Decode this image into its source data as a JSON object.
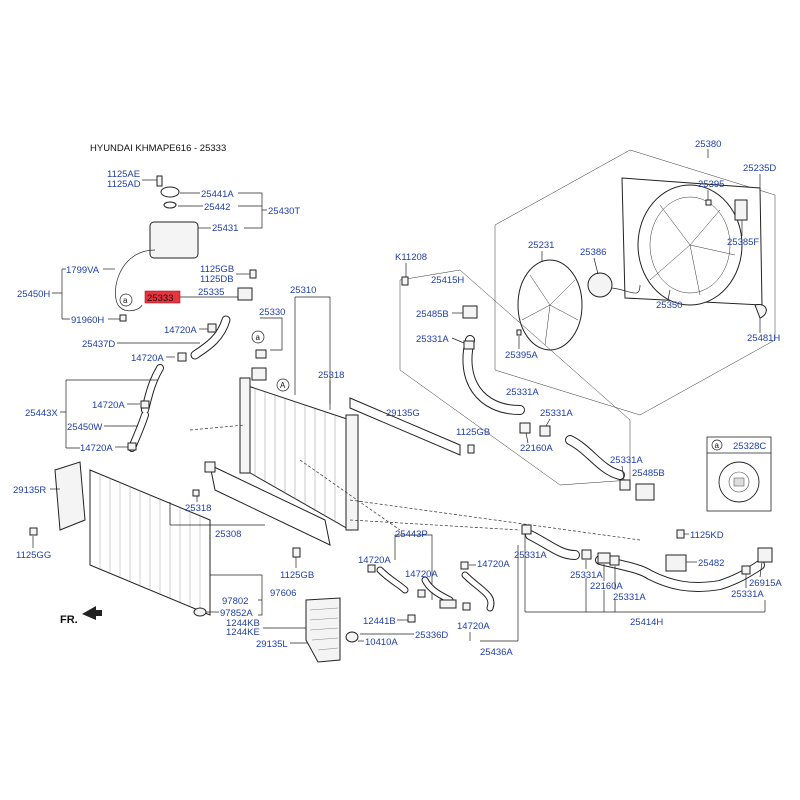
{
  "title": "HYUNDAI KHMAPE616 - 25333",
  "highlight_label": "25333",
  "legend": {
    "key": "a",
    "code": "25328C"
  },
  "callout_letter": "A",
  "direction": "FR.",
  "labels": [
    {
      "id": "25380",
      "text": "25380"
    },
    {
      "id": "25235D",
      "text": "25235D"
    },
    {
      "id": "25395",
      "text": "25395"
    },
    {
      "id": "25385F",
      "text": "25385F"
    },
    {
      "id": "25231",
      "text": "25231"
    },
    {
      "id": "25386",
      "text": "25386"
    },
    {
      "id": "25350",
      "text": "25350"
    },
    {
      "id": "25481H",
      "text": "25481H"
    },
    {
      "id": "25395A",
      "text": "25395A"
    },
    {
      "id": "K11208",
      "text": "K11208"
    },
    {
      "id": "25415H",
      "text": "25415H"
    },
    {
      "id": "25485B_1",
      "text": "25485B"
    },
    {
      "id": "25331A_1",
      "text": "25331A"
    },
    {
      "id": "25331A_2",
      "text": "25331A"
    },
    {
      "id": "25331A_3",
      "text": "25331A"
    },
    {
      "id": "22160A_1",
      "text": "22160A"
    },
    {
      "id": "25331A_4",
      "text": "25331A"
    },
    {
      "id": "25485B_2",
      "text": "25485B"
    },
    {
      "id": "1125AE",
      "text": "1125AE"
    },
    {
      "id": "1125AD",
      "text": "1125AD"
    },
    {
      "id": "25441A",
      "text": "25441A"
    },
    {
      "id": "25442",
      "text": "25442"
    },
    {
      "id": "25430T",
      "text": "25430T"
    },
    {
      "id": "25431",
      "text": "25431"
    },
    {
      "id": "1799VA",
      "text": "1799VA"
    },
    {
      "id": "25450H",
      "text": "25450H"
    },
    {
      "id": "91960H",
      "text": "91960H"
    },
    {
      "id": "1125GB_1",
      "text": "1125GB"
    },
    {
      "id": "1125DB",
      "text": "1125DB"
    },
    {
      "id": "25335",
      "text": "25335"
    },
    {
      "id": "25310",
      "text": "25310"
    },
    {
      "id": "25330",
      "text": "25330"
    },
    {
      "id": "14720A_1",
      "text": "14720A"
    },
    {
      "id": "25437D",
      "text": "25437D"
    },
    {
      "id": "14720A_2",
      "text": "14720A"
    },
    {
      "id": "25318_1",
      "text": "25318"
    },
    {
      "id": "25443X",
      "text": "25443X"
    },
    {
      "id": "14720A_3",
      "text": "14720A"
    },
    {
      "id": "25450W",
      "text": "25450W"
    },
    {
      "id": "14720A_4",
      "text": "14720A"
    },
    {
      "id": "29135G",
      "text": "29135G"
    },
    {
      "id": "1125GB_2",
      "text": "1125GB"
    },
    {
      "id": "29135R",
      "text": "29135R"
    },
    {
      "id": "1125GG",
      "text": "1125GG"
    },
    {
      "id": "25318_2",
      "text": "25318"
    },
    {
      "id": "25308",
      "text": "25308"
    },
    {
      "id": "1125GB_3",
      "text": "1125GB"
    },
    {
      "id": "97802",
      "text": "97802"
    },
    {
      "id": "97606",
      "text": "97606"
    },
    {
      "id": "97852A",
      "text": "97852A"
    },
    {
      "id": "1244KB",
      "text": "1244KB"
    },
    {
      "id": "1244KE",
      "text": "1244KE"
    },
    {
      "id": "29135L",
      "text": "29135L"
    },
    {
      "id": "25443P",
      "text": "25443P"
    },
    {
      "id": "14720A_5",
      "text": "14720A"
    },
    {
      "id": "14720A_6",
      "text": "14720A"
    },
    {
      "id": "14720A_7",
      "text": "14720A"
    },
    {
      "id": "12441B",
      "text": "12441B"
    },
    {
      "id": "10410A",
      "text": "10410A"
    },
    {
      "id": "25336D",
      "text": "25336D"
    },
    {
      "id": "14720A_8",
      "text": "14720A"
    },
    {
      "id": "25436A",
      "text": "25436A"
    },
    {
      "id": "25331A_5",
      "text": "25331A"
    },
    {
      "id": "25331A_6",
      "text": "25331A"
    },
    {
      "id": "22160A_2",
      "text": "22160A"
    },
    {
      "id": "25331A_7",
      "text": "25331A"
    },
    {
      "id": "25414H",
      "text": "25414H"
    },
    {
      "id": "1125KD",
      "text": "1125KD"
    },
    {
      "id": "25482",
      "text": "25482"
    },
    {
      "id": "26915A",
      "text": "26915A"
    },
    {
      "id": "25331A_8",
      "text": "25331A"
    }
  ]
}
